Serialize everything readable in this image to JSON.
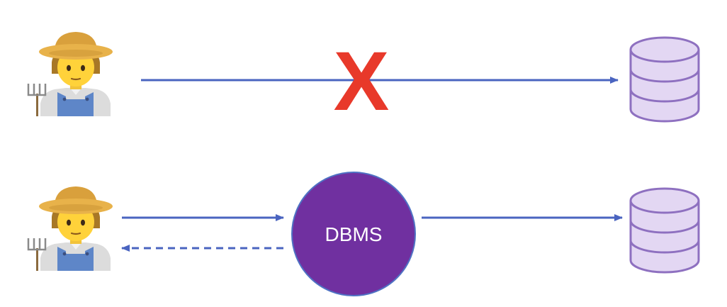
{
  "dbms": {
    "label": "DBMS",
    "fill": "#7030A0",
    "stroke": "#4F72C4"
  },
  "blocked_marker": {
    "symbol": "X",
    "color": "#E8392A"
  },
  "colors": {
    "arrow": "#4A64C0",
    "database_fill": "#E3D7F3",
    "database_stroke": "#8E70C0"
  },
  "icons": {
    "person": "farmer-icon",
    "storage": "database-icon"
  },
  "connections": [
    {
      "from": "farmer-top",
      "to": "database-top",
      "style": "solid",
      "blocked": true
    },
    {
      "from": "farmer-bottom",
      "to": "dbms",
      "style": "solid",
      "blocked": false
    },
    {
      "from": "dbms",
      "to": "farmer-bottom",
      "style": "dashed",
      "blocked": false
    },
    {
      "from": "dbms",
      "to": "database-bottom",
      "style": "solid",
      "blocked": false
    }
  ]
}
